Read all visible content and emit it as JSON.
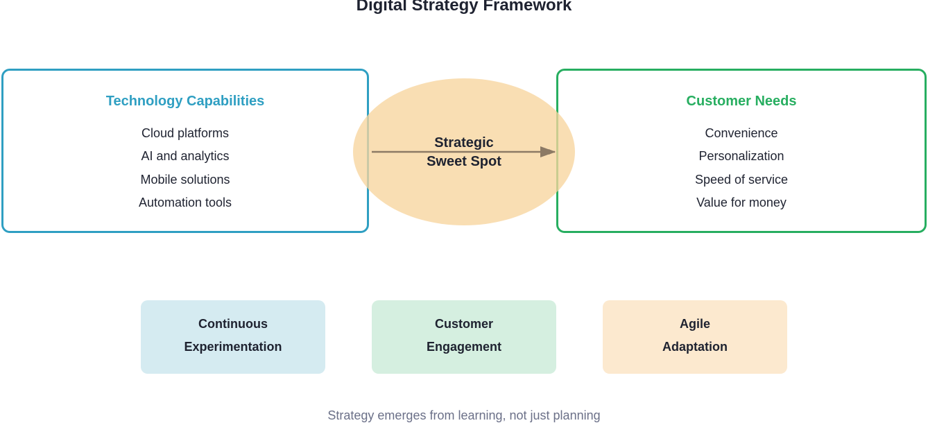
{
  "title": "Digital Strategy Framework",
  "colors": {
    "technology": "#2f9fc2",
    "customer": "#27ae60",
    "sweet_spot_fill": "#f7d59e",
    "arrow": "#8c7a65",
    "text_dark": "#1e2230",
    "text_muted": "#6b7088"
  },
  "technology_capabilities": {
    "title": "Technology Capabilities",
    "items": [
      "Cloud platforms",
      "AI and analytics",
      "Mobile solutions",
      "Automation tools"
    ]
  },
  "customer_needs": {
    "title": "Customer Needs",
    "items": [
      "Convenience",
      "Personalization",
      "Speed of service",
      "Value for money"
    ]
  },
  "sweet_spot": {
    "line1": "Strategic",
    "line2": "Sweet Spot"
  },
  "principles": [
    {
      "line1": "Continuous",
      "line2": "Experimentation"
    },
    {
      "line1": "Customer",
      "line2": "Engagement"
    },
    {
      "line1": "Agile",
      "line2": "Adaptation"
    }
  ],
  "footer": "Strategy emerges from learning, not just planning"
}
